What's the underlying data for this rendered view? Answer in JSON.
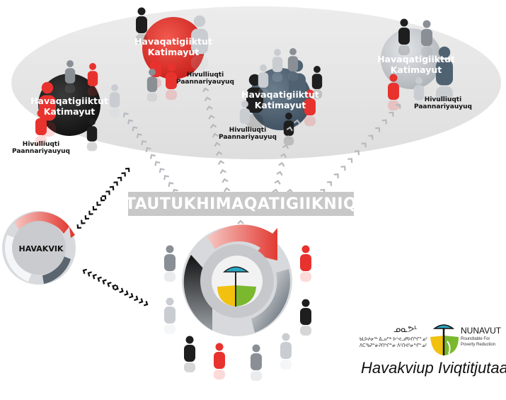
{
  "hub_label": "TAUTUKHIMAQATIGIIKNIQ",
  "left_circle_label": "HAVAKVIK",
  "groups": [
    {
      "title_line1": "Havaqatigiiktut",
      "title_line2": "Katimayut",
      "leader_line1": "Hivulliuqti",
      "leader_line2": "Paannariyauyuq"
    },
    {
      "title_line1": "Havaqatigiiktut",
      "title_line2": "Katimayut",
      "leader_line1": "Hivulliuqti",
      "leader_line2": "Paannariyauyuq"
    },
    {
      "title_line1": "Havaqatigiiktut",
      "title_line2": "Katimayut",
      "leader_line1": "Hivulliuqti",
      "leader_line2": "Paannariyauyuq"
    },
    {
      "title_line1": "Havaqatigiiktut",
      "title_line2": "Katimayut",
      "leader_line1": "Hivulliuqti",
      "leader_line2": "Paannariyauyuq"
    }
  ],
  "brand": {
    "syllabics_main": "ᓄᓇᕗᒻ",
    "syllabics_line1": "ᑲᒪᐅᔨᓂᕐᒃ ᐃᓗᓯᖅ ᐅᕝᕙᓗᑭᐅᑎᖏᓐᓄᑦ",
    "syllabics_line2": "ᐱᑕᖃᕈᓐᓃᕈᑎᖏᓐᓂ ᐱᑦᑎᐊᕐᓂᖏᓐᓄᑦ",
    "name": "NUNAVUT",
    "sub1": "Roundtable For",
    "sub2": "Poverty Reduction",
    "title": "Havakviup Iviqtitjutaa"
  },
  "colors": {
    "red": "#e8322e",
    "dark": "#1e1e1e",
    "grey": "#8a8f96",
    "light": "#c9cdd2",
    "slate": "#4f6272",
    "green": "#7ab82e",
    "yellow": "#f2c10f",
    "teal": "#2aa8c4"
  }
}
